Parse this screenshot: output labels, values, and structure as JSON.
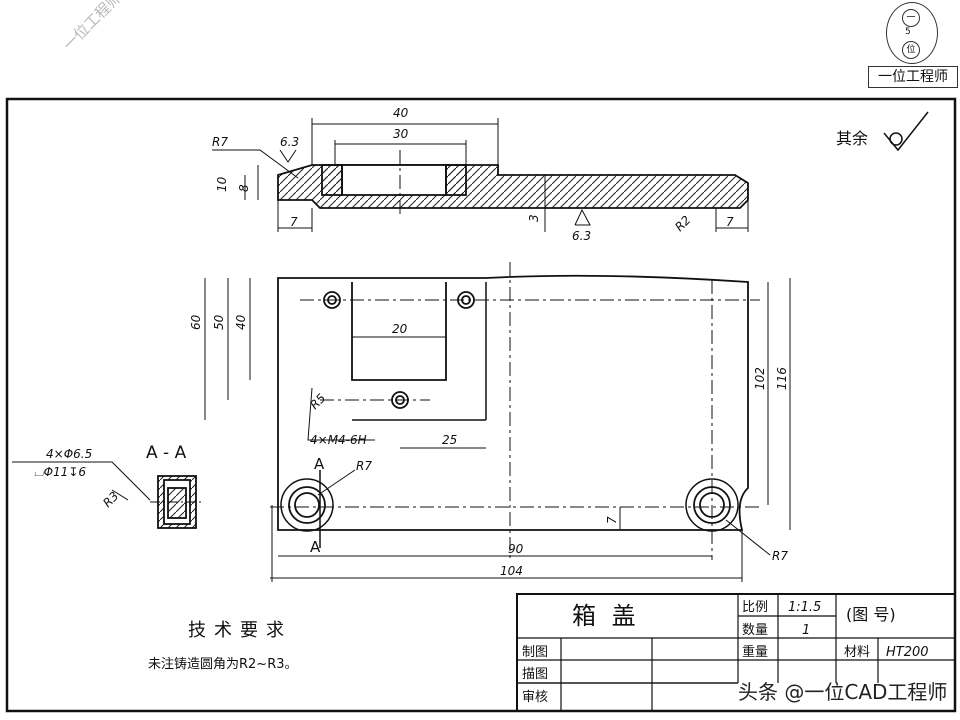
{
  "watermark": {
    "text": "一位工程师"
  },
  "logo": {
    "label": "一位工程师",
    "top_glyph": "一",
    "mid_glyph": "5",
    "bottom_glyph": "位"
  },
  "drawing": {
    "surface_note": "其余",
    "section_label": "A - A",
    "section_marks": [
      "A",
      "A"
    ],
    "roughness": [
      "6.3",
      "6.3"
    ],
    "dimensions": {
      "top_view": [
        "40",
        "30",
        "R7",
        "10",
        "8",
        "7",
        "3",
        "R2",
        "7"
      ],
      "plan_view": [
        "60",
        "50",
        "40",
        "20",
        "R5",
        "4×M4-6H",
        "25",
        "R7",
        "102",
        "116",
        "7",
        "90",
        "104",
        "R7"
      ],
      "hole_spec": [
        "4×Φ6.5",
        "⌴Φ11↧6",
        "R3"
      ]
    }
  },
  "tech_requirements": {
    "title": "技术要求",
    "note": "未注铸造圆角为R2~R3。"
  },
  "title_block": {
    "part_name": "箱    盖",
    "scale_label": "比例",
    "scale_value": "1:1.5",
    "qty_label": "数量",
    "qty_value": "1",
    "drawing_no_label": "(图 号)",
    "weight_label": "重量",
    "material_label": "材料",
    "material_value": "HT200",
    "rows": [
      "制图",
      "描图",
      "审核"
    ]
  },
  "footer_watermark": "头条 @一位CAD工程师"
}
